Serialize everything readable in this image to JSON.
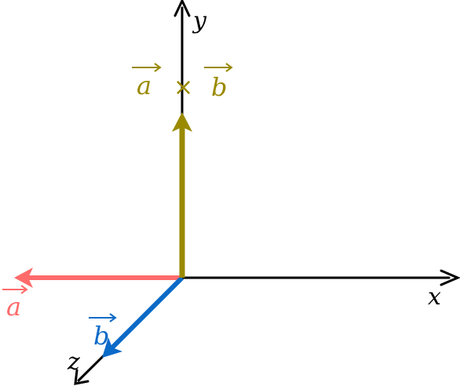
{
  "diagram": {
    "axes": {
      "x_label": "x",
      "y_label": "y",
      "z_label": "z"
    },
    "vectors": {
      "a": {
        "letter": "a",
        "color": "#FF6B6B"
      },
      "b": {
        "letter": "b",
        "color": "#0A6AC8"
      },
      "cross": {
        "left_letter": "a",
        "operator": "×",
        "right_letter": "b",
        "color": "#9A8A00"
      }
    },
    "axis_color": "#000000"
  }
}
